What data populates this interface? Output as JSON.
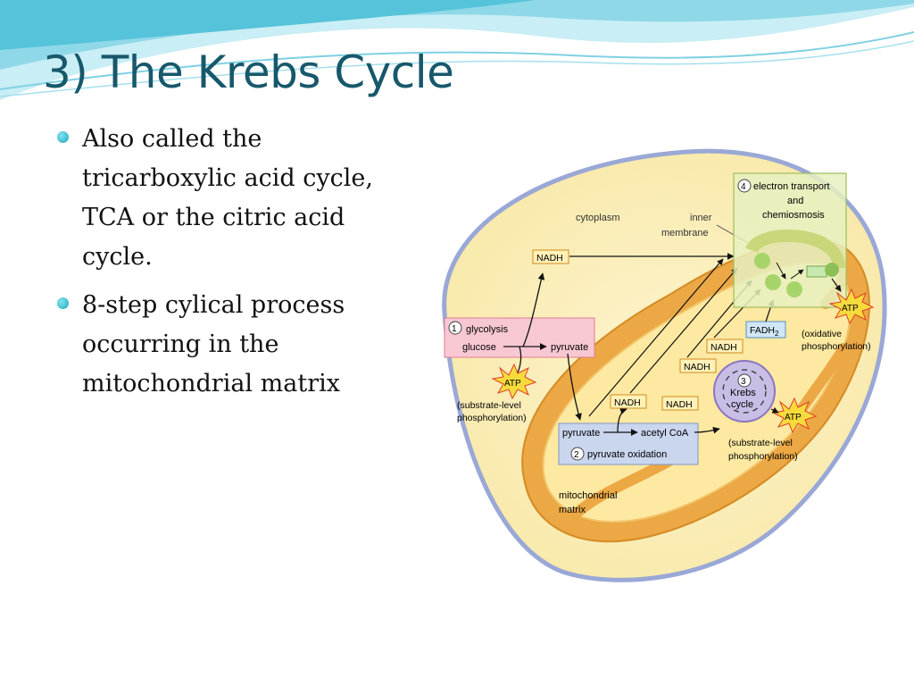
{
  "title": "3) The Krebs Cycle",
  "bullets": [
    "Also called the tricarboxylic acid cycle, TCA or the citric acid cycle.",
    "8-step cylical process occurring in the mitochondrial matrix"
  ],
  "colors": {
    "title": "#17586b",
    "bullet": "#1fa7c0",
    "header_wave": "#3fbad4",
    "cell_fill": "#fbeeb2",
    "cell_outline": "#9aa8d6",
    "mito_outer": "#eba845",
    "mito_matrix": "#fde9a1",
    "glycolysis_box": "#f8c8d2",
    "oxidation_box": "#c9d6ee",
    "etc_box": "#e6f0bf",
    "krebs_circle": "#c8bde4",
    "atp_burst": "#f5dc3c"
  },
  "diagram": {
    "cytoplasm": "cytoplasm",
    "inner_membrane": [
      "inner",
      "membrane"
    ],
    "glycolysis": {
      "number": "1",
      "title": "glycolysis",
      "glucose": "glucose",
      "pyruvate": "pyruvate"
    },
    "pyruvate_oxidation": {
      "number": "2",
      "title": "pyruvate oxidation",
      "pyruvate": "pyruvate",
      "acetyl_coa": "acetyl CoA"
    },
    "krebs": {
      "number": "3",
      "line1": "Krebs",
      "line2": "cycle"
    },
    "electron_transport": {
      "number": "4",
      "line1": "electron transport",
      "line2": "and",
      "line3": "chemiosmosis"
    },
    "nadh": "NADH",
    "fadh2": "FADH",
    "fadh2_sub": "2",
    "atp": "ATP",
    "substrate_level": [
      "(substrate-level",
      "phosphorylation)"
    ],
    "oxidative": [
      "(oxidative",
      "phosphorylation)"
    ],
    "matrix": [
      "mitochondrial",
      "matrix"
    ]
  }
}
